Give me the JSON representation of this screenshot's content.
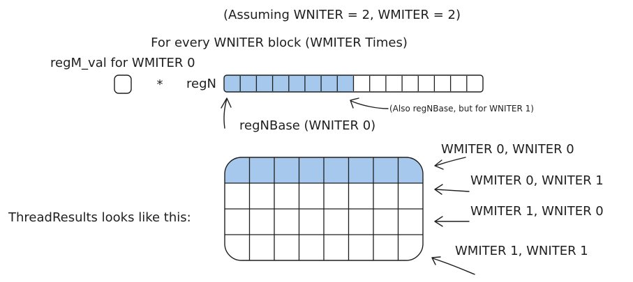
{
  "assumption": "(Assuming WNITER = 2, WMITER = 2)",
  "loop_caption": "For every WNITER block (WMITER Times)",
  "regM_label": "regM_val for WMITER 0",
  "multiply_sign": "*",
  "regN_label": "regN",
  "regN_note": "(Also regNBase, but for WNITER 1)",
  "regN_base_label": "regNBase (WNITER 0)",
  "thread_results_label": "ThreadResults looks like this:",
  "row_labels": [
    "WMITER 0, WNITER 0",
    "WMITER 0, WNITER 1",
    "WMITER 1, WNITER 0",
    "WMITER 1, WNITER 1"
  ],
  "regN_cells": {
    "total": 16,
    "highlighted": 8
  },
  "grid": {
    "rows": 4,
    "cols": 8,
    "highlighted_rows": [
      0
    ]
  },
  "colors": {
    "highlight": "#a5c8ec",
    "stroke": "#1e1e1e",
    "background": "#ffffff"
  }
}
